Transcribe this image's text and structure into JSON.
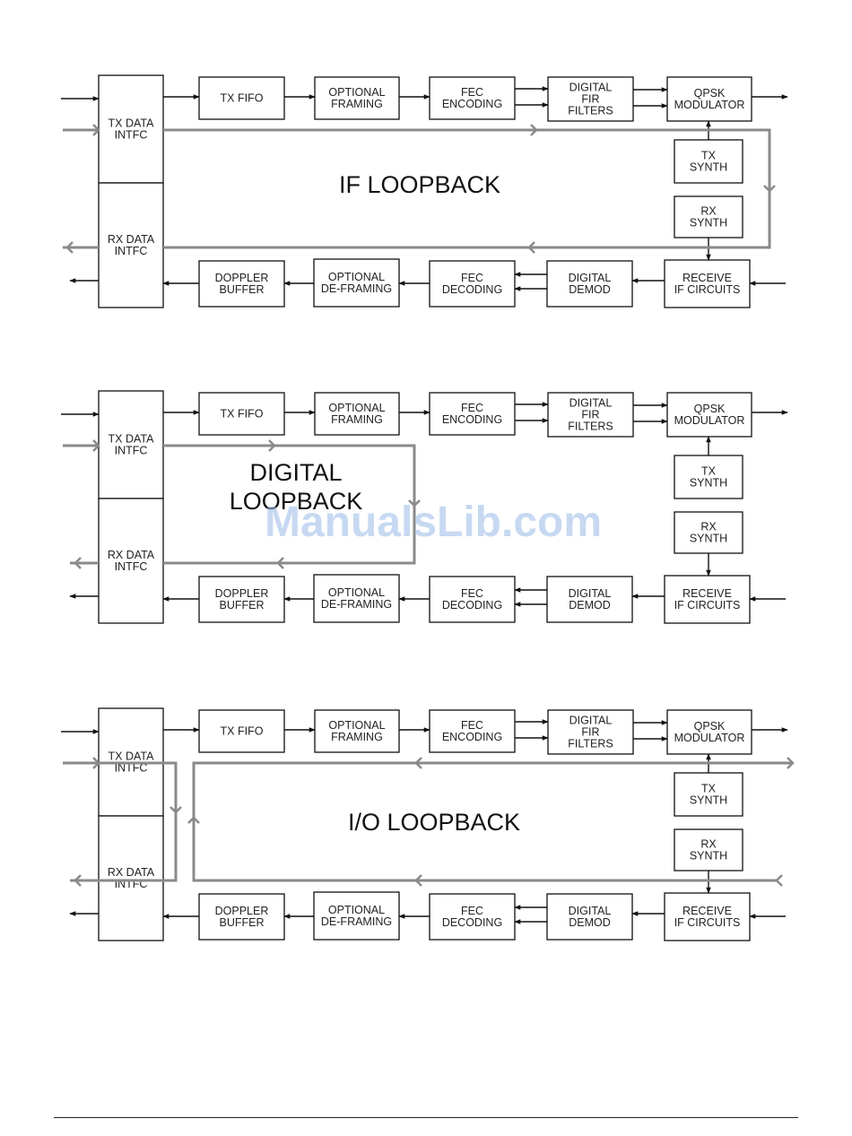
{
  "blocks": {
    "tx_data_intfc": [
      "TX DATA",
      "INTFC"
    ],
    "rx_data_intfc": [
      "RX DATA",
      "INTFC"
    ],
    "tx_fifo": [
      "TX FIFO"
    ],
    "optional_framing": [
      "OPTIONAL",
      "FRAMING"
    ],
    "fec_encoding": [
      "FEC",
      "ENCODING"
    ],
    "digital_fir_filters": [
      "DIGITAL",
      "FIR",
      "FILTERS"
    ],
    "qpsk_modulator": [
      "QPSK",
      "MODULATOR"
    ],
    "tx_synth": [
      "TX",
      "SYNTH"
    ],
    "rx_synth": [
      "RX",
      "SYNTH"
    ],
    "receive_if_circuits": [
      "RECEIVE",
      "IF CIRCUITS"
    ],
    "digital_demod": [
      "DIGITAL",
      "DEMOD"
    ],
    "fec_decoding": [
      "FEC",
      "DECODING"
    ],
    "optional_deframing": [
      "OPTIONAL",
      "DE-FRAMING"
    ],
    "doppler_buffer": [
      "DOPPLER",
      "BUFFER"
    ]
  },
  "diagrams": [
    {
      "id": "if-loopback",
      "title": [
        "IF LOOPBACK"
      ]
    },
    {
      "id": "digital-loopback",
      "title": [
        "DIGITAL",
        "LOOPBACK"
      ]
    },
    {
      "id": "io-loopback",
      "title": [
        "I/O LOOPBACK"
      ]
    }
  ],
  "watermark": "ManualsLib.com",
  "colors": {
    "loopback_path": "#8a8a8a",
    "line": "#111111",
    "watermark": "#9bbbe8"
  }
}
